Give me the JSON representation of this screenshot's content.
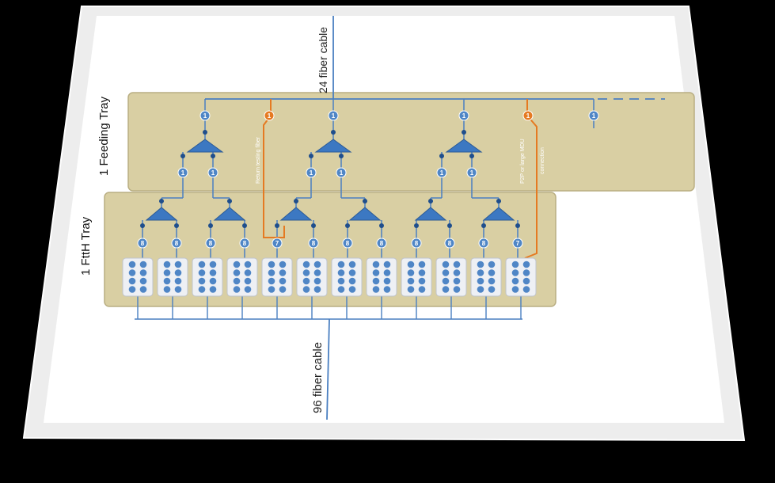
{
  "labels": {
    "top_cable": "24 fiber cable",
    "bottom_cable": "96 fiber cable",
    "feeding_tray": "1 Feeding Tray",
    "ftth_tray": "1 FttH Tray",
    "return_fiber": "Return testing fiber",
    "p2p_connection_1": "P2P or large MDU",
    "p2p_connection_2": "connection"
  },
  "feeding": {
    "top_badges": [
      "1",
      "1",
      "1",
      "1"
    ],
    "orange_badges": [
      "1",
      "1"
    ],
    "splitter_outputs": [
      "1",
      "1",
      "1",
      "1",
      "1",
      "1"
    ]
  },
  "ftth": {
    "output_badges": [
      "8",
      "8",
      "8",
      "8",
      "7",
      "8",
      "8",
      "8",
      "8",
      "8",
      "8",
      "7"
    ],
    "connector_modules": 12
  },
  "colors": {
    "fiber_blue": "#4a7fc1",
    "badge_blue": "#4f86c6",
    "orange": "#e57a22",
    "tray_fill": "#d9cfa3",
    "splitter_fill": "#3c78c2",
    "node": "#1f4e8c"
  }
}
